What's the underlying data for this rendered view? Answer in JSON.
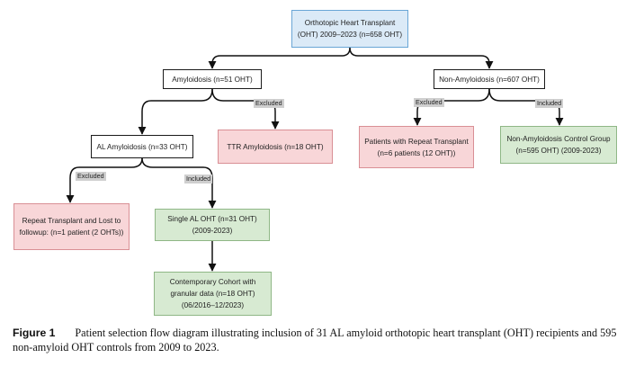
{
  "nodes": {
    "root": {
      "line1": "Orthotopic Heart Transplant",
      "line2": "(OHT) 2009–2023 (n=658 OHT)"
    },
    "amyloidosis": {
      "line1": "Amyloidosis (n=51 OHT)"
    },
    "non_amyloidosis": {
      "line1": "Non-Amyloidosis (n=607 OHT)"
    },
    "al_amyloidosis": {
      "line1": "AL Amyloidosis (n=33 OHT)"
    },
    "ttr_amyloidosis": {
      "line1": "TTR Amyloidosis (n=18 OHT)"
    },
    "repeat_transplant": {
      "line1": "Patients with Repeat Transplant",
      "line2": "(n=6 patients (12 OHT))"
    },
    "control_group": {
      "line1": "Non-Amyloidosis Control Group",
      "line2": "(n=595 OHT) (2009-2023)"
    },
    "lost_followup": {
      "line1": "Repeat Transplant and Lost to",
      "line2": "followup: (n=1 patient (2 OHTs))"
    },
    "single_al": {
      "line1": "Single AL OHT (n=31 OHT)",
      "line2": "(2009-2023)"
    },
    "contemporary": {
      "line1": "Contemporary Cohort with",
      "line2": "granular data (n=18 OHT)",
      "line3": "(06/2016–12/2023)"
    }
  },
  "tags": {
    "excluded": "Excluded",
    "included": "Included"
  },
  "caption": {
    "label": "Figure 1",
    "text": "Patient selection flow diagram illustrating inclusion of 31 AL amyloid orthotopic heart transplant (OHT) recipients and 595 non-amyloid OHT controls from 2009 to 2023."
  }
}
